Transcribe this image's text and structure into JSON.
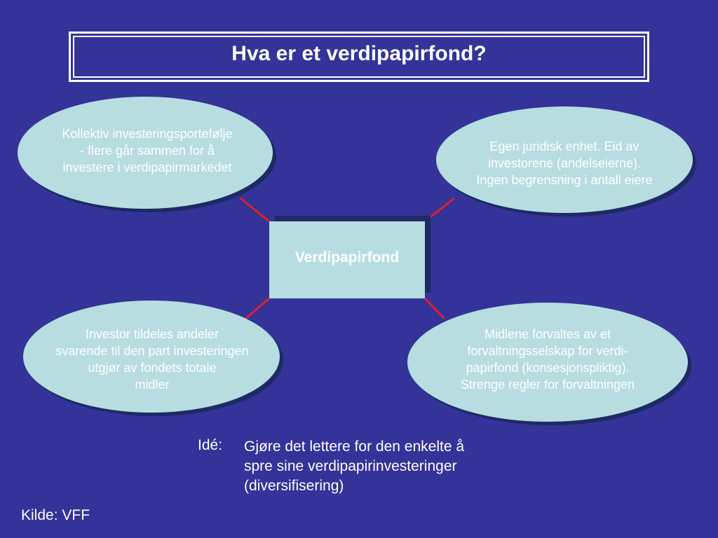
{
  "title": "Hva er et verdipapirfond?",
  "center": {
    "label": "Verdipapirfond"
  },
  "bubbles": [
    {
      "text": "Kollektiv investeringsportefølje\n- flere går sammen for å\ninvestere i verdipapirmarkedet"
    },
    {
      "text": "Egen juridisk enhet. Eid av\ninvestorene (andelseierne).\nIngen begrensning i antall eiere"
    },
    {
      "text": "Investor tildeles andeler\nsvarende til den part investeringen\nutgjør av fondets totale\nmidler"
    },
    {
      "text": "Midlene forvaltes av et\nforvaltningsselskap for verdi-\npapirfond (konsesjonspliktig).\nStrenge regler for forvaltningen"
    }
  ],
  "idea": {
    "label": "Idé:",
    "text": "Gjøre det lettere for den enkelte å\nspre sine verdipapirinvesteringer\n(diversifisering)"
  },
  "source": "Kilde: VFF",
  "colors": {
    "background": "#333399",
    "bubble_fill": "#b7dde1",
    "bubble_shadow": "#1d2a64",
    "connector": "#e0202a",
    "text": "#ffffff"
  }
}
